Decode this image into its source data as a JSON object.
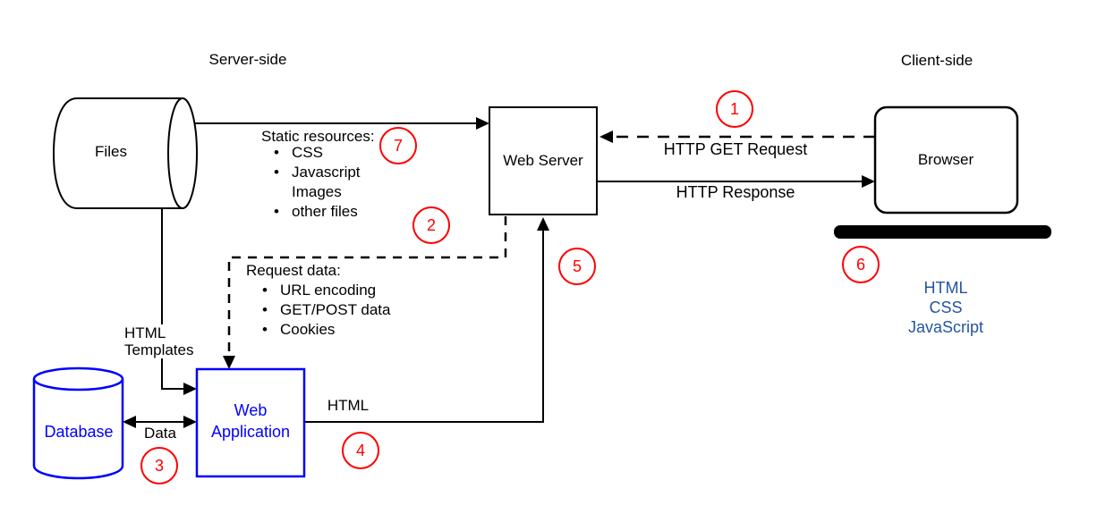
{
  "diagram": {
    "regions": {
      "server_side": "Server-side",
      "client_side": "Client-side"
    },
    "nodes": {
      "files": "Files",
      "web_server": "Web Server",
      "browser": "Browser",
      "database": "Database",
      "web_application_line1": "Web",
      "web_application_line2": "Application"
    },
    "edges": {
      "http_get_request": "HTTP GET Request",
      "http_response": "HTTP Response",
      "html_templates_line1": "HTML",
      "html_templates_line2": "Templates",
      "data": "Data",
      "html": "HTML"
    },
    "static_resources": {
      "title": "Static resources:",
      "items": [
        {
          "bullet": "•",
          "text": "CSS"
        },
        {
          "bullet": "•",
          "text": "Javascript"
        },
        {
          "bullet": "",
          "text": "Images"
        },
        {
          "bullet": "•",
          "text": "other files"
        }
      ]
    },
    "request_data": {
      "title": "Request data:",
      "items": [
        {
          "bullet": "•",
          "text": "URL encoding"
        },
        {
          "bullet": "•",
          "text": "GET/POST data"
        },
        {
          "bullet": "•",
          "text": "Cookies"
        }
      ]
    },
    "client_files": [
      "HTML",
      "CSS",
      "JavaScript"
    ],
    "badges": [
      "1",
      "2",
      "3",
      "4",
      "5",
      "6",
      "7"
    ],
    "colors": {
      "ink": "#000000",
      "accent_red": "#ff0000",
      "node_blue": "#0000ff",
      "client_files_blue": "#2355a0"
    }
  }
}
